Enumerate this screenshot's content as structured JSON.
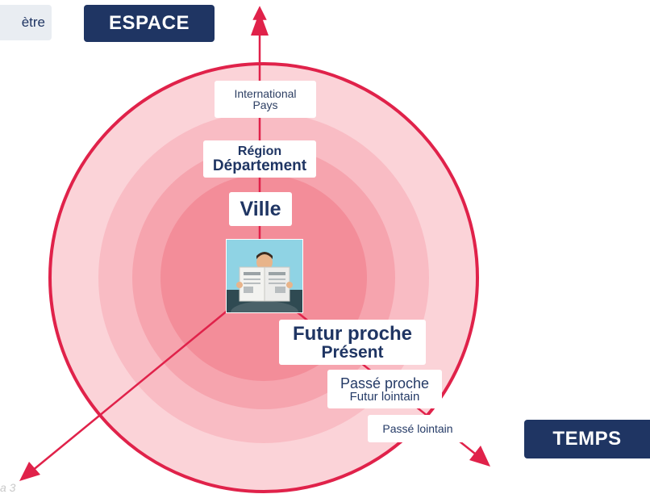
{
  "axes": {
    "space_label": "ESPACE",
    "time_label": "TEMPS",
    "partial_left_label": "ètre",
    "corner_partial_label": "a 3"
  },
  "levels": {
    "international": "International",
    "pays": "Pays",
    "region": "Région",
    "departement": "Département",
    "ville": "Ville",
    "futur_proche": "Futur proche",
    "present": "Présent",
    "passe_proche": "Passé proche",
    "futur_lointain": "Futur lointain",
    "passe_lointain": "Passé lointain"
  },
  "colors": {
    "navy": "#1f3563",
    "arrow_red": "#e0224a",
    "ring_outer": "#fbd3d8",
    "ring_2": "#f9bcc4",
    "ring_3": "#f6a4ae",
    "ring_inner": "#f38d99"
  },
  "icon": {
    "center_image": "person-reading-newspaper-icon"
  }
}
